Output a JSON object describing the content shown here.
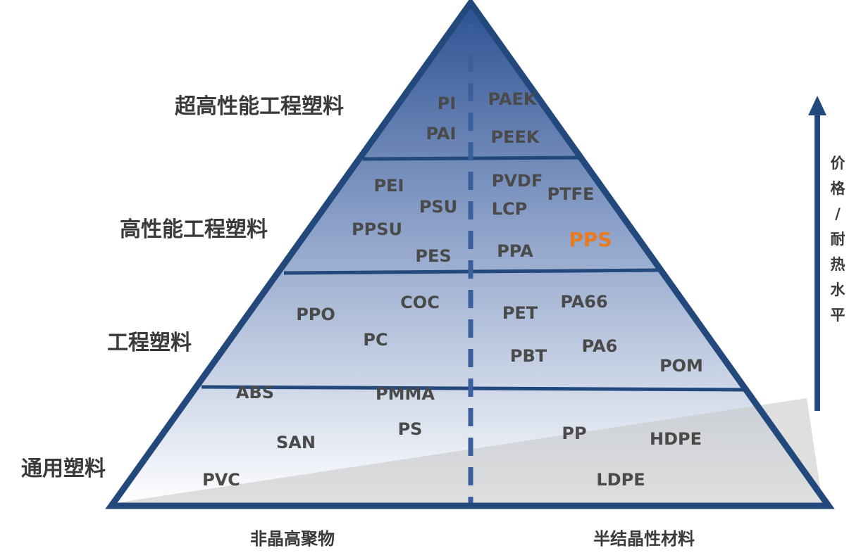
{
  "tiers": [
    {
      "label": "超高性能工程塑料"
    },
    {
      "label": "高性能工程塑料"
    },
    {
      "label": "工程塑料"
    },
    {
      "label": "通用塑料"
    }
  ],
  "materials": {
    "ultra_amorphous": [
      "PI",
      "PAI"
    ],
    "ultra_semicrystalline": [
      "PAEK",
      "PEEK"
    ],
    "high_amorphous": [
      "PEI",
      "PSU",
      "PPSU",
      "PES"
    ],
    "high_semicrystalline": [
      "PVDF",
      "PTFE",
      "LCP",
      "PPS",
      "PPA"
    ],
    "eng_amorphous": [
      "PPO",
      "COC",
      "PC"
    ],
    "eng_semicrystalline": [
      "PET",
      "PA66",
      "PBT",
      "PA6",
      "POM"
    ],
    "common_amorphous": [
      "ABS",
      "PMMA",
      "SAN",
      "PS",
      "PVC"
    ],
    "common_semicrystalline": [
      "PP",
      "HDPE",
      "LDPE"
    ]
  },
  "highlighted_material": "PPS",
  "bottom_labels": {
    "left": "非晶高聚物",
    "right": "半结晶性材料"
  },
  "vertical_axis": {
    "label": "价格/耐热水平",
    "chars": [
      "价",
      "格",
      "/",
      "耐",
      "热",
      "水",
      "平"
    ]
  },
  "colors": {
    "outline": "#23497c",
    "highlight": "#e87a22",
    "fill_top": "#2c5192",
    "fill_bottom": "#ffffff"
  }
}
